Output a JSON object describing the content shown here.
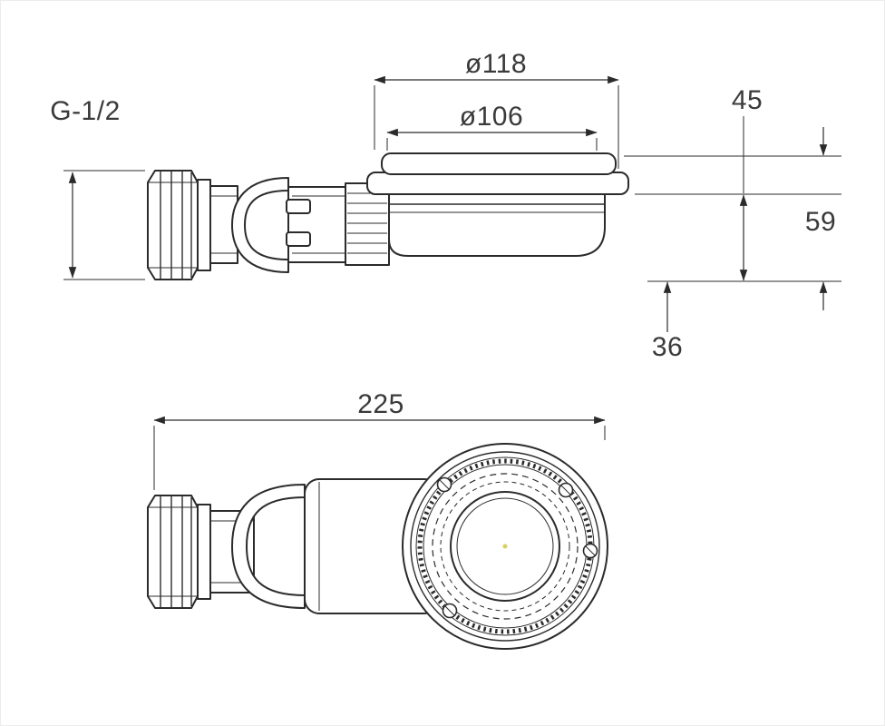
{
  "drawing": {
    "description": "technical-drawing-shower-drain-trap",
    "side_view": {
      "dim_thread": "G-1/2",
      "dim_outer_diameter": "ø118",
      "dim_inner_diameter": "ø106",
      "dim_height_top": "45",
      "dim_height_total": "59",
      "dim_outlet_offset": "36"
    },
    "top_view": {
      "dim_overall_width": "225"
    },
    "colors": {
      "line": "#2b2b2b",
      "text": "#3a3a3a",
      "background": "#ffffff",
      "center_mark": "#d8d060"
    }
  }
}
